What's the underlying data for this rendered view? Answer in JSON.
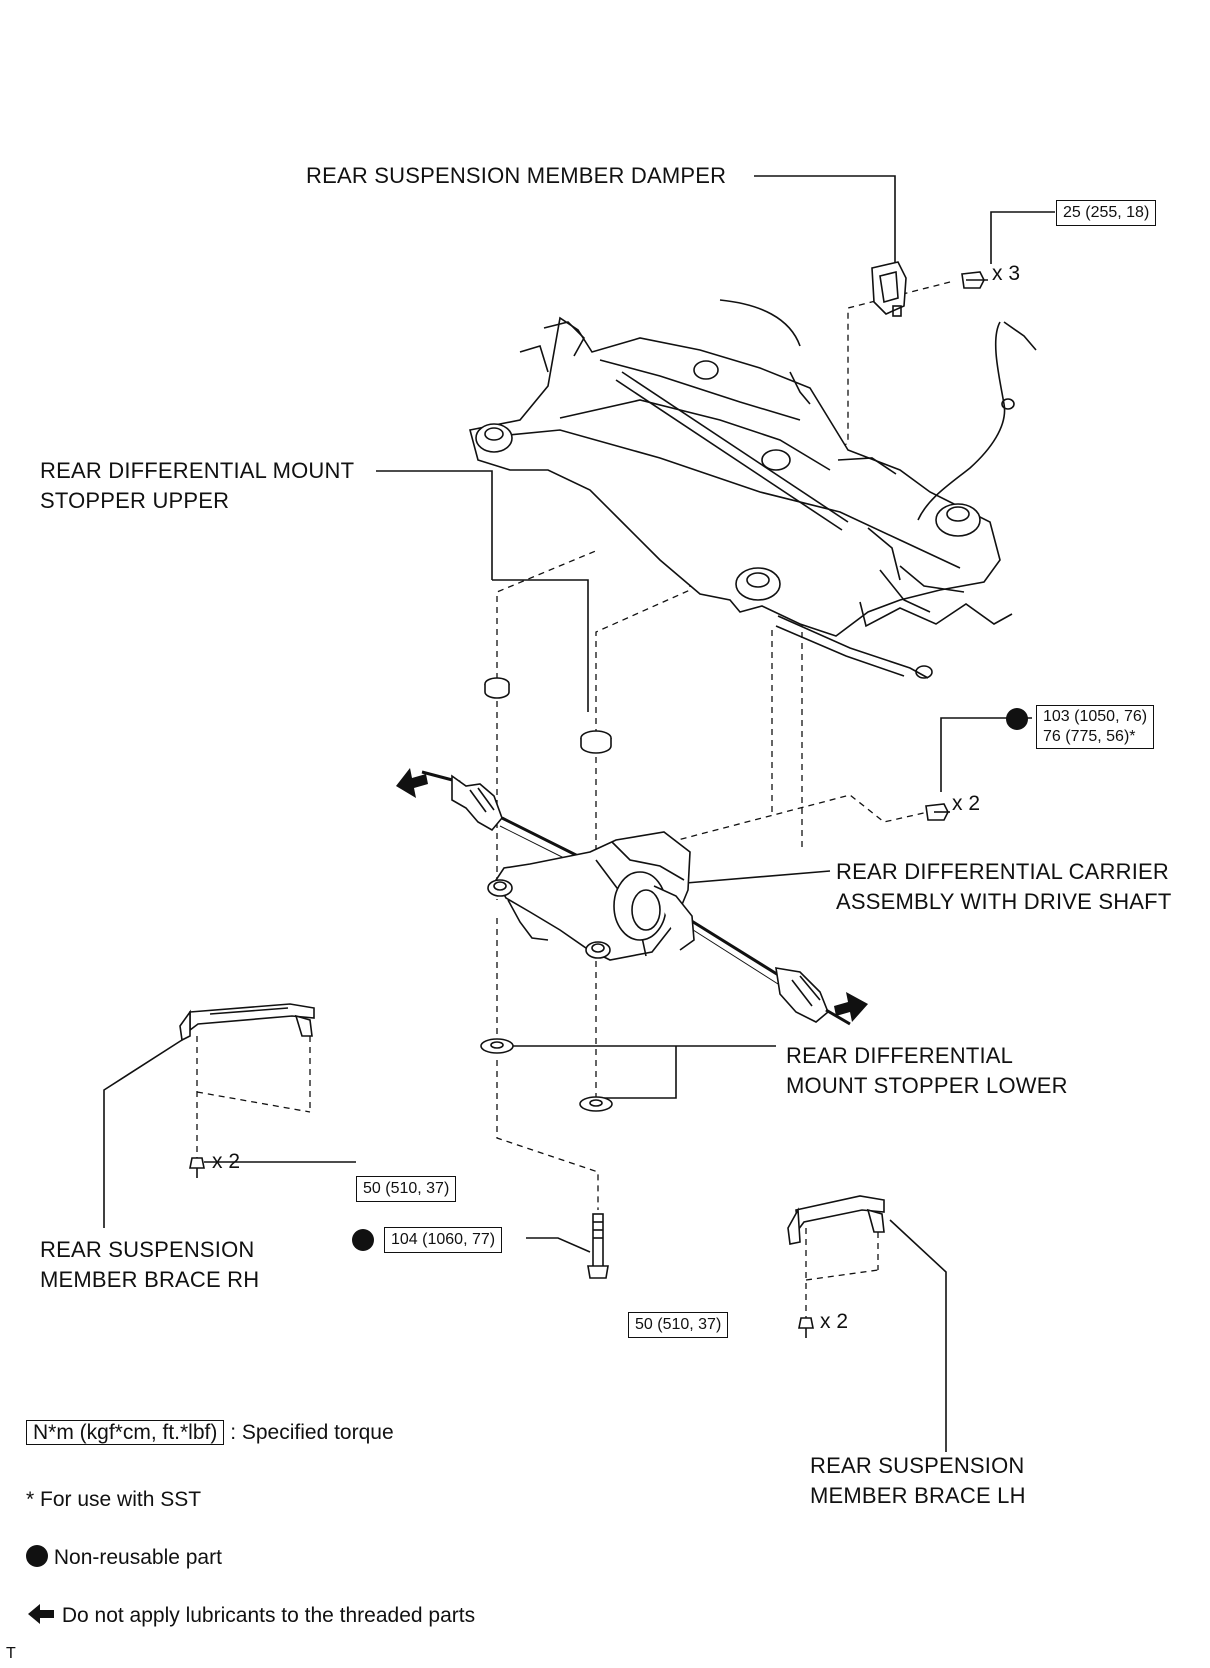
{
  "labels": {
    "damper": "REAR SUSPENSION MEMBER DAMPER",
    "stopper_upper_1": "REAR DIFFERENTIAL MOUNT",
    "stopper_upper_2": "STOPPER UPPER",
    "carrier_1": "REAR DIFFERENTIAL CARRIER",
    "carrier_2": "ASSEMBLY WITH DRIVE SHAFT",
    "stopper_lower_1": "REAR DIFFERENTIAL",
    "stopper_lower_2": "MOUNT STOPPER LOWER",
    "brace_rh_1": "REAR SUSPENSION",
    "brace_rh_2": "MEMBER BRACE RH",
    "brace_lh_1": "REAR SUSPENSION",
    "brace_lh_2": "MEMBER BRACE LH"
  },
  "torques": {
    "damper_bolt": "25 (255, 18)",
    "carrier_bolt_1": "103 (1050, 76)",
    "carrier_bolt_2": "76 (775, 56)*",
    "brace_rh_bolt": "50 (510, 37)",
    "stopper_bolt": "104 (1060, 77)",
    "brace_lh_bolt": "50 (510, 37)"
  },
  "quantities": {
    "damper": "x 3",
    "carrier": "x 2",
    "brace_rh": "x 2",
    "brace_lh": "x 2"
  },
  "legend": {
    "torque_box": "N*m (kgf*cm, ft.*lbf)",
    "torque_text": ": Specified torque",
    "sst": "* For use with SST",
    "non_reusable": "Non-reusable part",
    "no_lubricant": "Do not apply lubricants to the threaded parts"
  },
  "corner_mark": "T",
  "icons": {
    "non_reusable": "filled-circle-icon",
    "no_lubricant": "arrow-left-icon"
  }
}
